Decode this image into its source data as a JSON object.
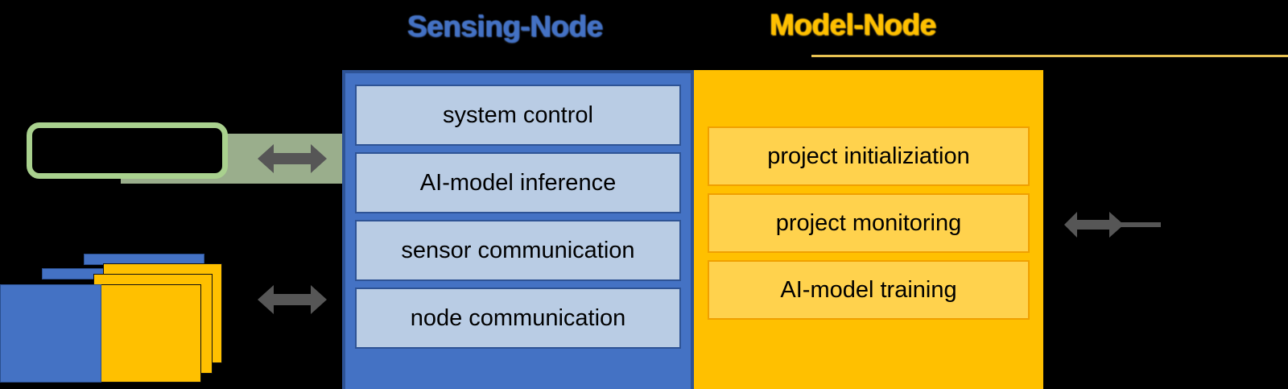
{
  "diagram": {
    "title_sensing": "Sensing-Node",
    "title_model": "Model-Node",
    "colors": {
      "background": "#000000",
      "sensing_panel": "#4472c4",
      "sensing_panel_border": "#2e5395",
      "sensing_item_fill": "#b9cce4",
      "model_panel": "#ffc000",
      "model_item_fill": "#ffd24d",
      "model_item_border": "#f0a000",
      "sensor_box_outline": "#a9d18e",
      "connector_band": "#b5cda5",
      "gold_rule": "#e8c252",
      "arrow": "#565656"
    }
  },
  "sensing_node": {
    "label": "Sensing-Node",
    "items": [
      {
        "label": "system control"
      },
      {
        "label": "AI-model inference"
      },
      {
        "label": "sensor communication"
      },
      {
        "label": "node communication"
      }
    ]
  },
  "model_node": {
    "label": "Model-Node",
    "items": [
      {
        "label": "project initializiation"
      },
      {
        "label": "project monitoring"
      },
      {
        "label": "AI-model training"
      }
    ]
  },
  "left_elements": {
    "sensor_box": {
      "label": "",
      "description": "green-outlined sensor box"
    },
    "device_stack": {
      "label": "",
      "description": "stacked blue and yellow device cards"
    }
  },
  "connectors": {
    "sensor_to_sensing": "bidirectional-arrow",
    "devices_to_sensing": "bidirectional-arrow",
    "model_to_external": "bidirectional-arrow"
  }
}
